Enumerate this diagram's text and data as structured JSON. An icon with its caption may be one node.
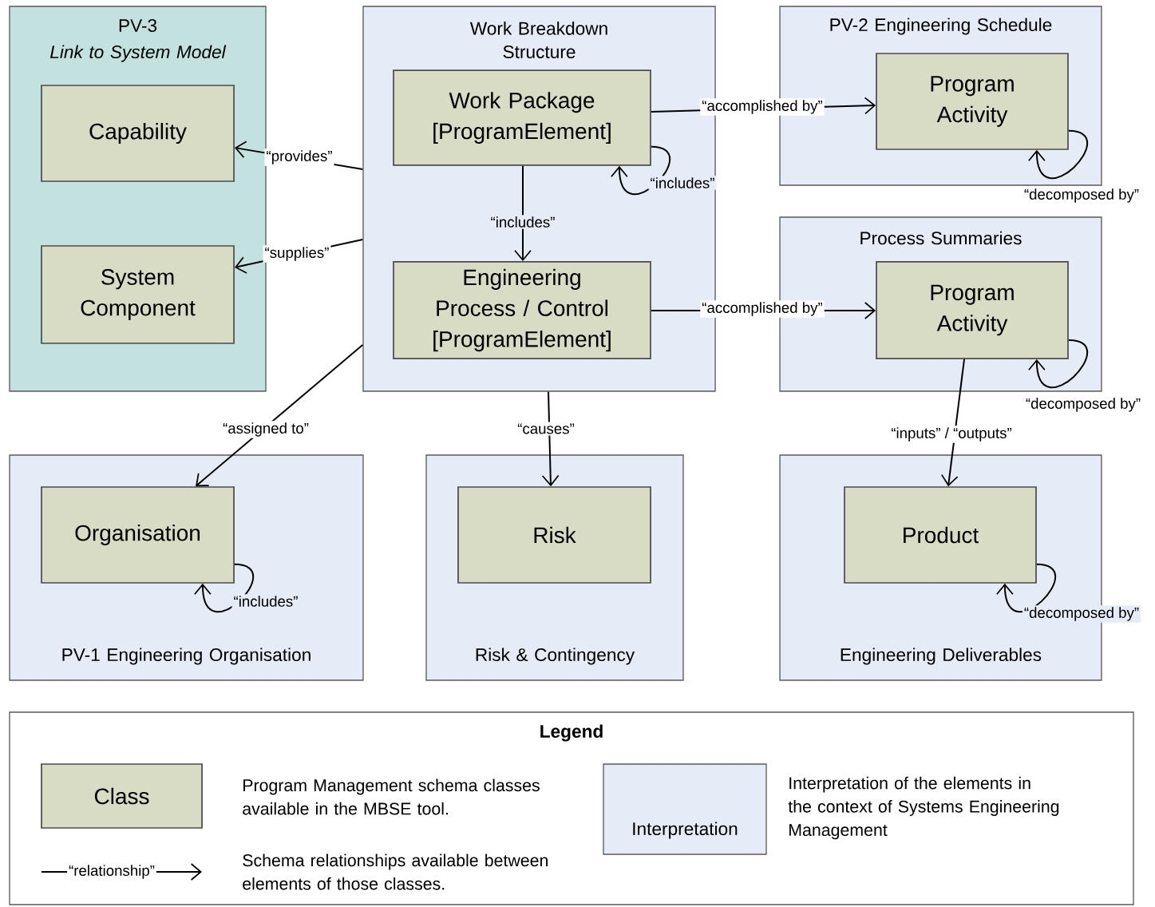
{
  "diagram": {
    "nodes": [
      {
        "text": [
          "PV-3",
          "Link to System Model"
        ]
      },
      {
        "text": [
          "Capability"
        ],
        "in": 0
      },
      {
        "text": [
          "System Component"
        ],
        "in": 0
      },
      {
        "text": [
          "Work Breakdown Structure"
        ]
      },
      {
        "text": [
          "Work Package [ProgramElement]"
        ],
        "in": 3
      },
      {
        "text": [
          "Engineering Process / Control [ProgramElement]"
        ],
        "in": 3
      },
      {
        "text": [
          "PV-2 Engineering Schedule"
        ]
      },
      {
        "text": [
          "Program Activity"
        ],
        "in": 6
      },
      {
        "text": [
          "Process Summaries"
        ]
      },
      {
        "text": [
          "Program Activity"
        ],
        "in": 8
      },
      {
        "text": [
          "PV-1 Engineering Organisation"
        ]
      },
      {
        "text": [
          "Organisation"
        ],
        "in": 10
      },
      {
        "text": [
          "Risk & Contingency"
        ]
      },
      {
        "text": [
          "Risk"
        ],
        "in": 12
      },
      {
        "text": [
          "Engineering Deliverables"
        ]
      },
      {
        "text": [
          "Product"
        ],
        "in": 14
      },
      {
        "text": [
          "Legend"
        ]
      },
      {
        "text": [
          "Class"
        ],
        "in": 16,
        "beside": [
          "Program Management schema classes available in the MBSE tool."
        ]
      },
      {
        "text": [
          "Interpretation"
        ],
        "in": 16,
        "beside": [
          "Interpretation of the elements in the context of Systems Engineering Management"
        ]
      }
    ],
    "edges": [
      {
        "from": 3,
        "to": 1,
        "arrow": "to",
        "label": "“provides”"
      },
      {
        "from": 3,
        "to": 2,
        "arrow": "to",
        "label": "“supplies”"
      },
      {
        "from": 4,
        "to": 7,
        "arrow": "to",
        "label": "“accomplished by”"
      },
      {
        "from": 4,
        "to": 4,
        "arrow": "to",
        "label": "“includes”"
      },
      {
        "from": 4,
        "to": 5,
        "arrow": "to",
        "label": "“includes”"
      },
      {
        "from": 7,
        "to": 7,
        "arrow": "to",
        "label": "“decomposed by”"
      },
      {
        "from": 5,
        "to": 9,
        "arrow": "to",
        "label": "“accomplished by”"
      },
      {
        "from": 9,
        "to": 9,
        "arrow": "to",
        "label": "“decomposed by”"
      },
      {
        "from": 3,
        "to": 11,
        "arrow": "to",
        "label": "“assigned to”"
      },
      {
        "from": 3,
        "to": 13,
        "arrow": "to",
        "label": "“causes”"
      },
      {
        "from": 9,
        "to": 15,
        "arrow": "to",
        "label": "“inputs” / “outputs”"
      },
      {
        "from": 11,
        "to": 11,
        "arrow": "to",
        "label": "“includes”"
      },
      {
        "from": 15,
        "to": 15,
        "arrow": "to",
        "label": "“decomposed by”"
      }
    ],
    "labels": [
      "“relationship”"
    ],
    "legend": [
      {
        "text": "Schema relationships available between elements of those classes."
      }
    ]
  }
}
